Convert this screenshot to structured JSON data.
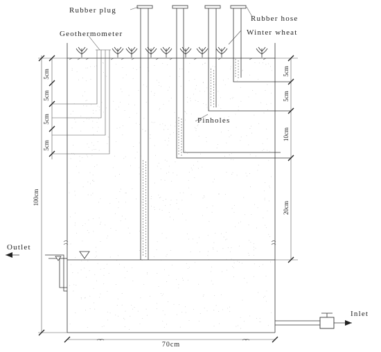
{
  "labels": {
    "rubber_plug": "Rubber plug",
    "rubber_hose": "Rubber hose",
    "geothermometer": "Geothermometer",
    "winter_wheat": "Winter wheat",
    "pinholes": "Pinholes",
    "outlet": "Outlet",
    "inlet": "Inlet"
  },
  "dimensions": {
    "left_5cm_1": "5cm",
    "left_5cm_2": "5cm",
    "left_5cm_3": "5cm",
    "left_5cm_4": "5cm",
    "height_100cm": "100cm",
    "right_5cm_1": "5cm",
    "right_5cm_2": "5cm",
    "right_10cm": "10cm",
    "right_20cm": "20cm",
    "width_70cm": "70cm"
  }
}
